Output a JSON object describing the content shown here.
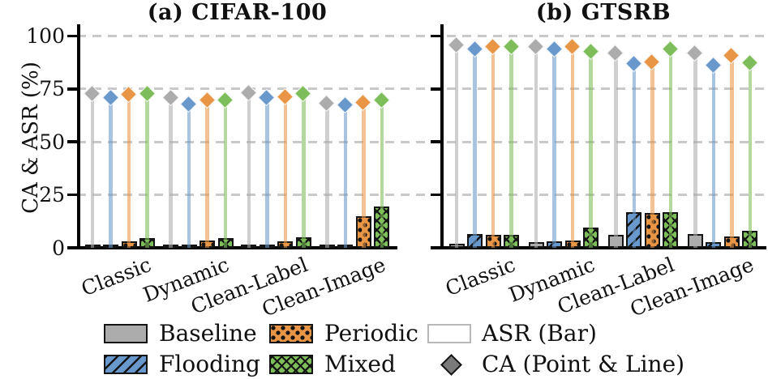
{
  "figure": {
    "ylabel": "CA & ASR (%)",
    "ytick_labels": [
      "0",
      "25",
      "50",
      "75",
      "100"
    ],
    "grid_color": "#c9c9c9",
    "edge_color": "#141414"
  },
  "chart_data": [
    {
      "type": "bar",
      "title": "(a) CIFAR-100",
      "xlabel": "",
      "ylabel": "CA & ASR (%)",
      "ylim": [
        0,
        105
      ],
      "yticks": [
        0,
        25,
        50,
        75,
        100
      ],
      "grid": "horizontal-dashed",
      "legend_position": "below-figure",
      "categories": [
        "Classic",
        "Dynamic",
        "Clean-Label",
        "Clean-Image"
      ],
      "series": [
        {
          "name": "Baseline",
          "color": "#ACACAC",
          "hatch": "none",
          "asr_bars": [
            0.5,
            0.5,
            0.5,
            1.5
          ],
          "ca_points": [
            73,
            71,
            73.5,
            68.5
          ]
        },
        {
          "name": "Flooding",
          "color": "#6999CC",
          "hatch": "diagonal",
          "asr_bars": [
            0.5,
            0.5,
            1,
            0.5
          ],
          "ca_points": [
            71,
            68,
            71,
            67.5
          ]
        },
        {
          "name": "Periodic",
          "color": "#E89646",
          "hatch": "dots",
          "asr_bars": [
            3,
            3.5,
            3,
            15
          ],
          "ca_points": [
            72.5,
            70,
            71.5,
            69
          ]
        },
        {
          "name": "Mixed",
          "color": "#7DBE5A",
          "hatch": "cross",
          "asr_bars": [
            4.5,
            4.5,
            5,
            19.5
          ],
          "ca_points": [
            73,
            70,
            73,
            70
          ]
        }
      ]
    },
    {
      "type": "bar",
      "title": "(b) GTSRB",
      "xlabel": "",
      "ylabel": "CA & ASR (%)",
      "ylim": [
        0,
        105
      ],
      "yticks": [
        0,
        25,
        50,
        75,
        100
      ],
      "grid": "horizontal-dashed",
      "legend_position": "below-figure",
      "categories": [
        "Classic",
        "Dynamic",
        "Clean-Label",
        "Clean-Image"
      ],
      "series": [
        {
          "name": "Baseline",
          "color": "#ACACAC",
          "hatch": "none",
          "asr_bars": [
            2,
            2.5,
            6,
            6.5
          ],
          "ca_points": [
            96,
            95,
            92,
            92
          ]
        },
        {
          "name": "Flooding",
          "color": "#6999CC",
          "hatch": "diagonal",
          "asr_bars": [
            6.5,
            3,
            17,
            2.5
          ],
          "ca_points": [
            94,
            94,
            87,
            86.5
          ]
        },
        {
          "name": "Periodic",
          "color": "#E89646",
          "hatch": "dots",
          "asr_bars": [
            6,
            3.5,
            16.5,
            5.5
          ],
          "ca_points": [
            95,
            95,
            88,
            91
          ]
        },
        {
          "name": "Mixed",
          "color": "#7DBE5A",
          "hatch": "cross",
          "asr_bars": [
            6,
            9.5,
            17,
            8
          ],
          "ca_points": [
            95,
            93,
            94,
            87.5
          ]
        }
      ]
    }
  ],
  "legend": {
    "items": [
      {
        "label": "Baseline",
        "swatch": "bar",
        "color": "#ACACAC",
        "hatch": "none"
      },
      {
        "label": "Flooding",
        "swatch": "bar",
        "color": "#6999CC",
        "hatch": "diagonal"
      },
      {
        "label": "Periodic",
        "swatch": "bar",
        "color": "#E89646",
        "hatch": "dots"
      },
      {
        "label": "Mixed",
        "swatch": "bar",
        "color": "#7DBE5A",
        "hatch": "cross"
      },
      {
        "label": "ASR (Bar)",
        "swatch": "bar",
        "color": "#FFFFFF",
        "hatch": "none"
      },
      {
        "label": "CA (Point & Line)",
        "swatch": "diamond",
        "color": "#7a7a7a"
      }
    ]
  }
}
